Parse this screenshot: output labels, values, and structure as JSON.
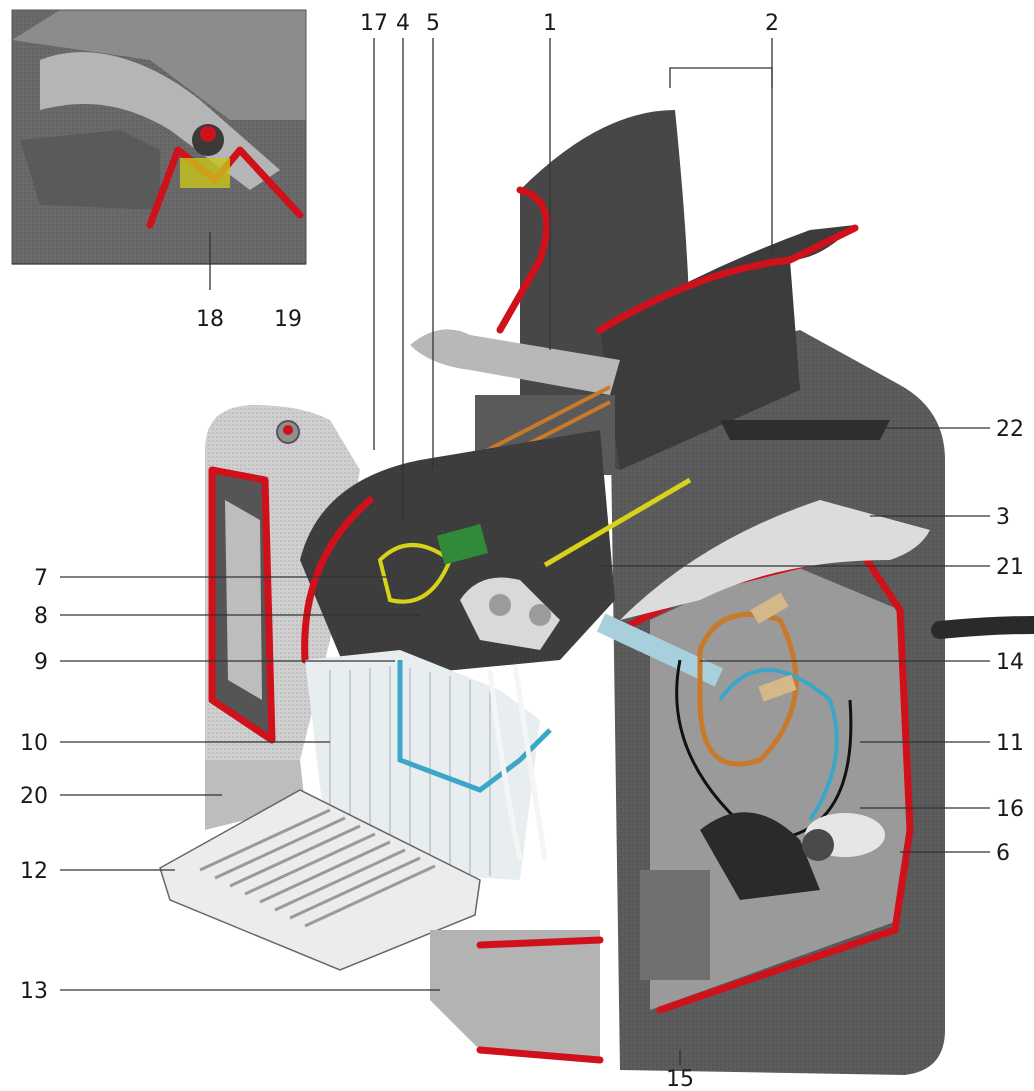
{
  "diagram": {
    "callouts": [
      {
        "id": "c17",
        "label": "17"
      },
      {
        "id": "c4",
        "label": "4"
      },
      {
        "id": "c5",
        "label": "5"
      },
      {
        "id": "c1",
        "label": "1"
      },
      {
        "id": "c2",
        "label": "2"
      },
      {
        "id": "c18",
        "label": "18"
      },
      {
        "id": "c19",
        "label": "19"
      },
      {
        "id": "c22",
        "label": "22"
      },
      {
        "id": "c3",
        "label": "3"
      },
      {
        "id": "c21",
        "label": "21"
      },
      {
        "id": "c7",
        "label": "7"
      },
      {
        "id": "c8",
        "label": "8"
      },
      {
        "id": "c9",
        "label": "9"
      },
      {
        "id": "c14",
        "label": "14"
      },
      {
        "id": "c10",
        "label": "10"
      },
      {
        "id": "c11",
        "label": "11"
      },
      {
        "id": "c20",
        "label": "20"
      },
      {
        "id": "c16",
        "label": "16"
      },
      {
        "id": "c6",
        "label": "6"
      },
      {
        "id": "c12",
        "label": "12"
      },
      {
        "id": "c13",
        "label": "13"
      },
      {
        "id": "c15",
        "label": "15"
      }
    ]
  },
  "colors": {
    "housing_dark": "#4a4a4a",
    "housing_mid": "#6b6b6b",
    "housing_light": "#d9d9d9",
    "section_cut": "#d0101a",
    "water_tank": "#3aa7c9",
    "copper_tube": "#c87a2a",
    "cable_yellow": "#d8d21a",
    "valve_green": "#2f8a3a"
  }
}
